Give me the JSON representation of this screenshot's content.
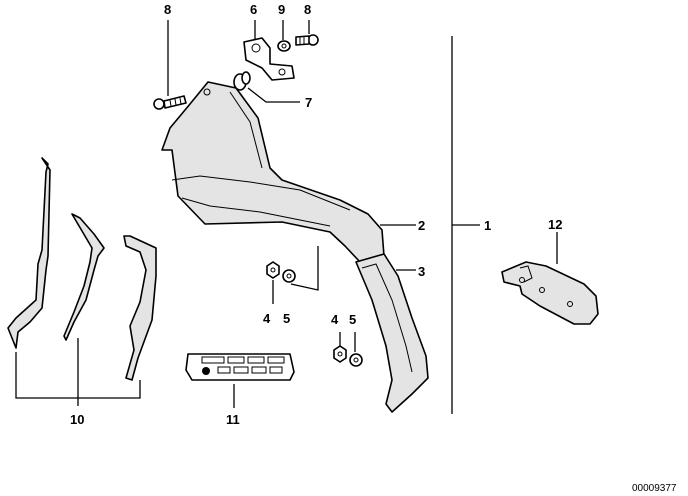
{
  "diagram": {
    "callouts": [
      "1",
      "2",
      "3",
      "4",
      "5",
      "4",
      "5",
      "6",
      "7",
      "8",
      "8",
      "9",
      "10",
      "11",
      "12"
    ],
    "drawing_code": "00009377"
  }
}
